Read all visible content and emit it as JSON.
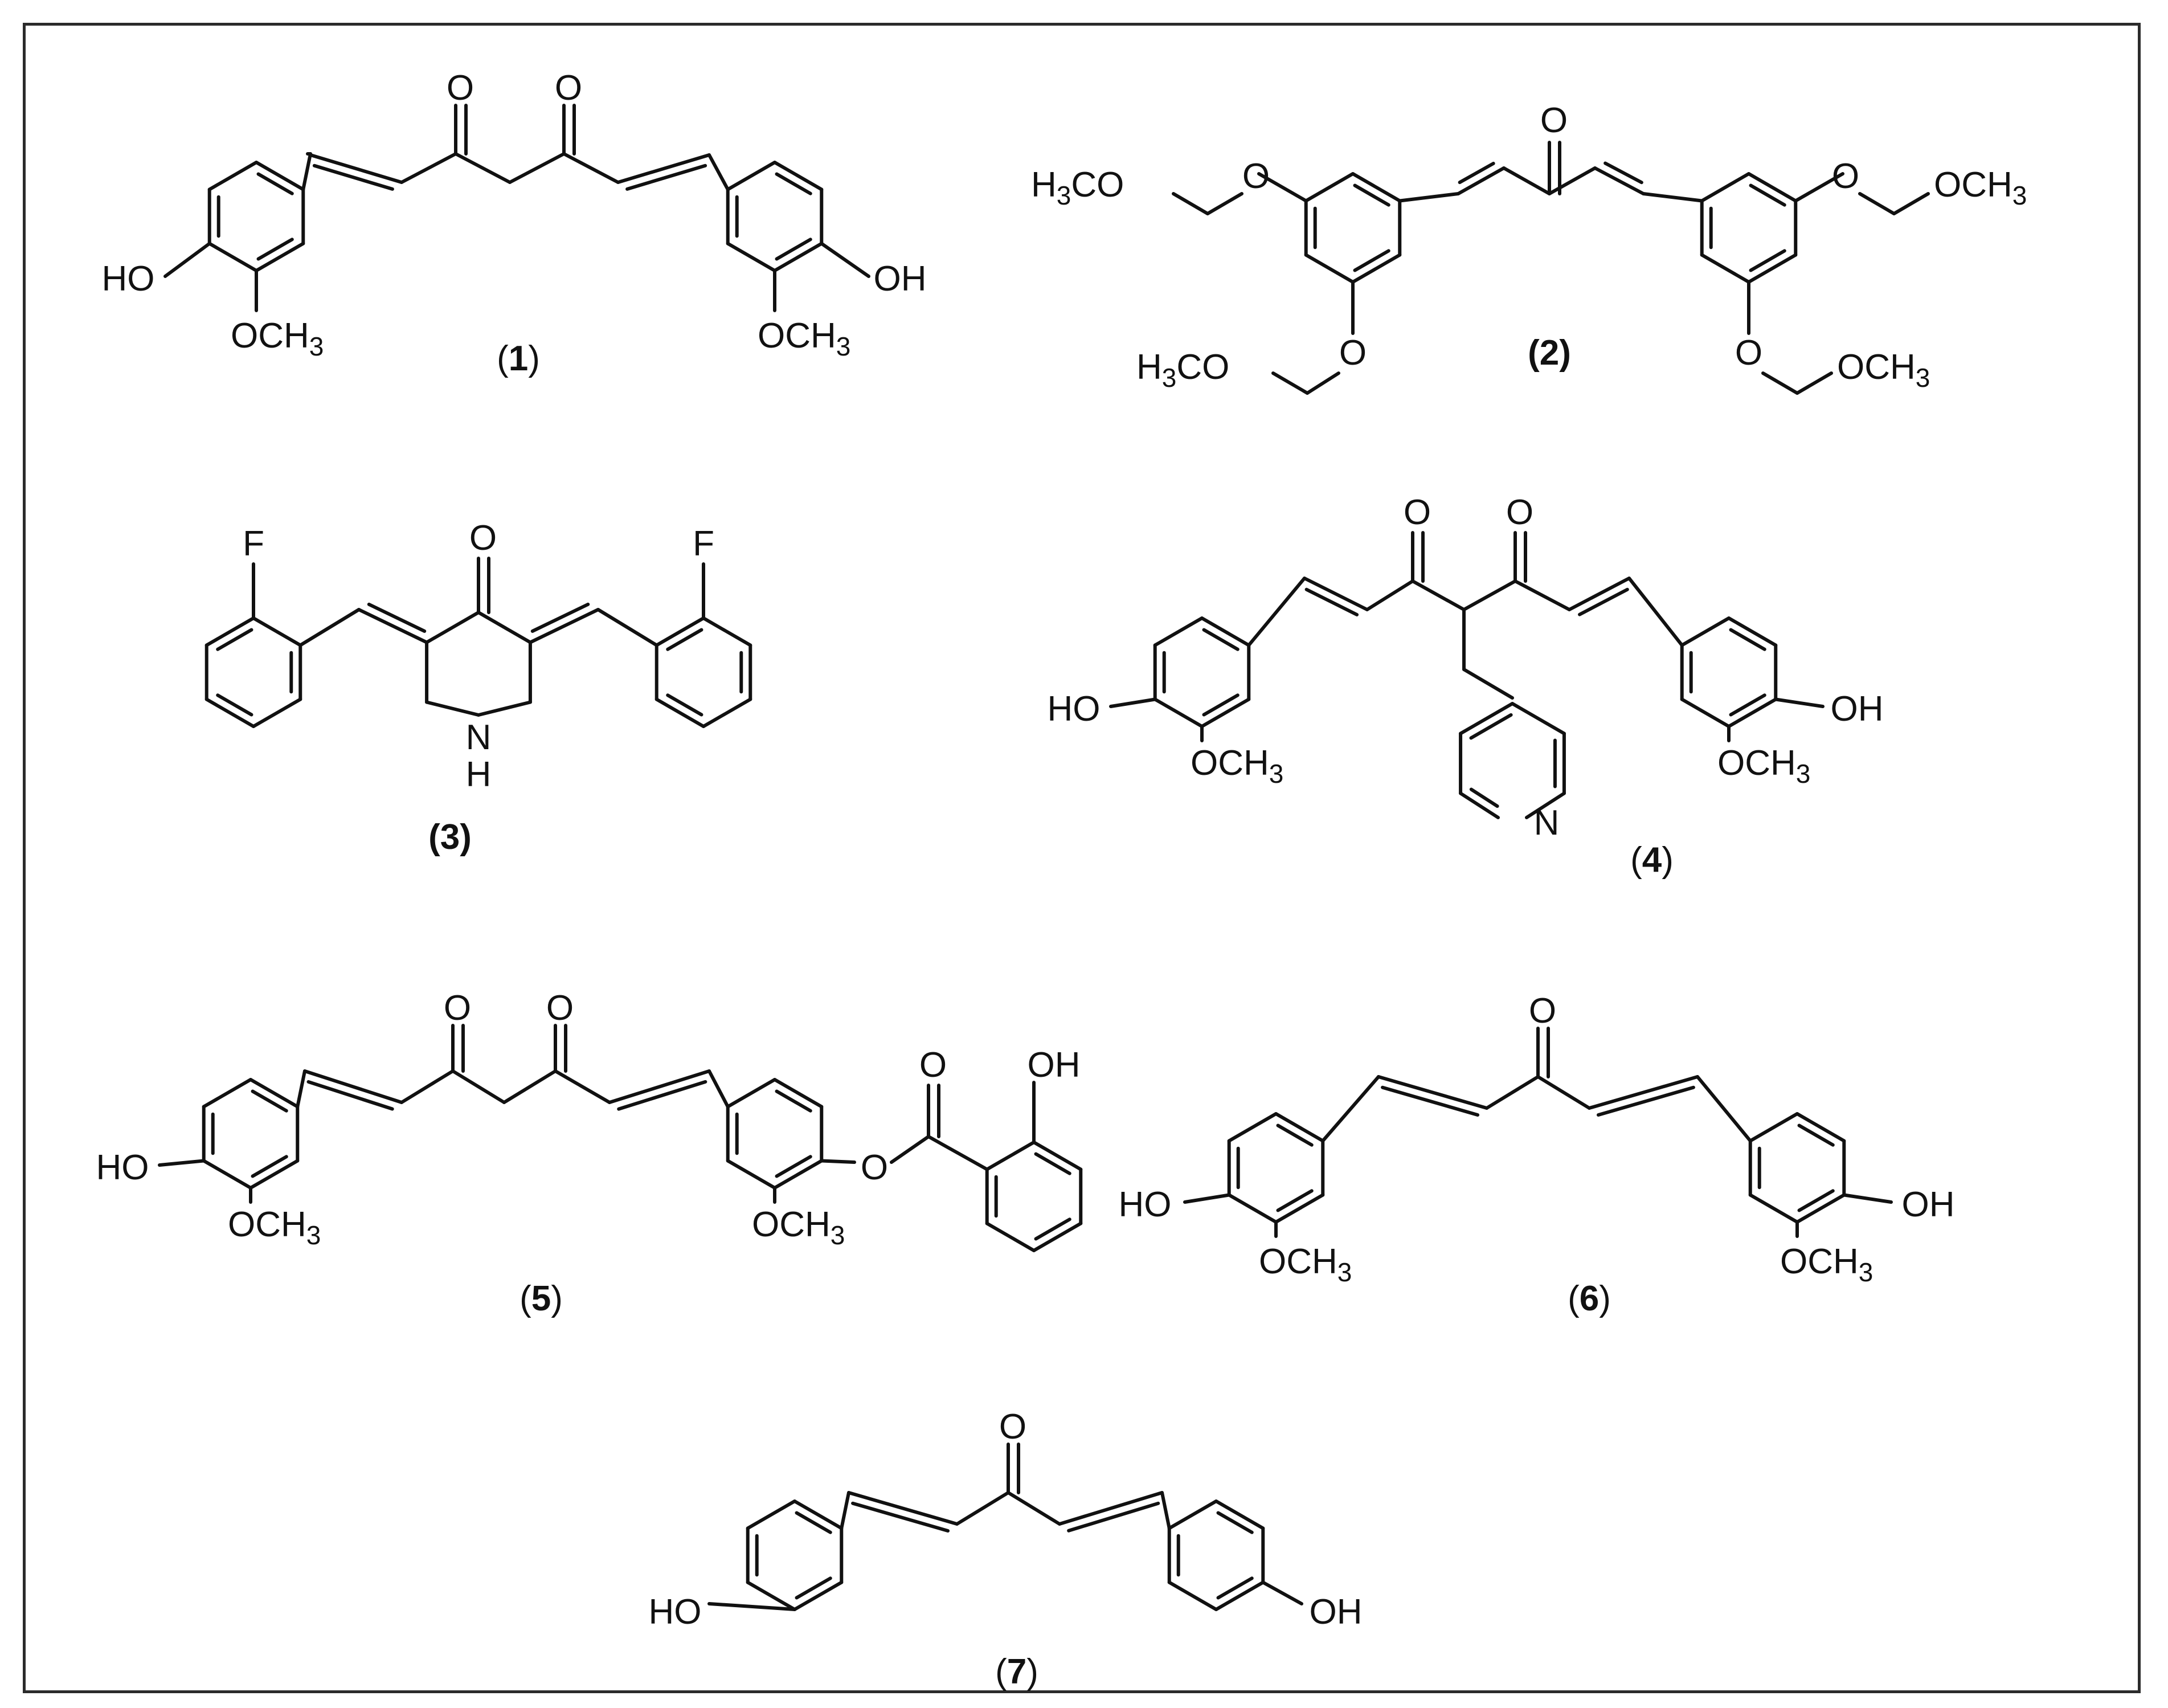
{
  "figure": {
    "compounds": [
      {
        "id": "1",
        "label_open": "(",
        "label_num": "1",
        "label_close": ")",
        "num_bold_only": true,
        "groups": {
          "left_oh": "HO",
          "left_ome": "OCH",
          "right_oh": "OH",
          "right_ome": "OCH",
          "sub3": "3",
          "carbonyl_o": "O"
        }
      },
      {
        "id": "2",
        "label_open": "(",
        "label_num": "2",
        "label_close": ")",
        "num_bold_only": false,
        "groups": {
          "h3co": "H",
          "sub3": "3",
          "co": "CO",
          "o": "O",
          "och3": "OCH"
        }
      },
      {
        "id": "3",
        "label_open": "(",
        "label_num": "3",
        "label_close": ")",
        "num_bold_only": false,
        "groups": {
          "f": "F",
          "o": "O",
          "n": "N",
          "h": "H"
        }
      },
      {
        "id": "4",
        "label_open": "(",
        "label_num": "4",
        "label_close": ")",
        "num_bold_only": true,
        "groups": {
          "ho": "HO",
          "oh": "OH",
          "och": "OCH",
          "sub3": "3",
          "o": "O",
          "n": "N"
        }
      },
      {
        "id": "5",
        "label_open": "(",
        "label_num": "5",
        "label_close": ")",
        "num_bold_only": true,
        "groups": {
          "ho": "HO",
          "oh": "OH",
          "och": "OCH",
          "sub3": "3",
          "o": "O"
        }
      },
      {
        "id": "6",
        "label_open": "(",
        "label_num": "6",
        "label_close": ")",
        "num_bold_only": true,
        "groups": {
          "ho": "HO",
          "oh": "OH",
          "och": "OCH",
          "sub3": "3",
          "o": "O"
        }
      },
      {
        "id": "7",
        "label_open": "(",
        "label_num": "7",
        "label_close": ")",
        "num_bold_only": true,
        "groups": {
          "ho": "HO",
          "oh": "OH",
          "o": "O"
        }
      }
    ],
    "colors": {
      "ink": "#111111",
      "frame": "#2b2b2b",
      "background": "#ffffff"
    }
  }
}
